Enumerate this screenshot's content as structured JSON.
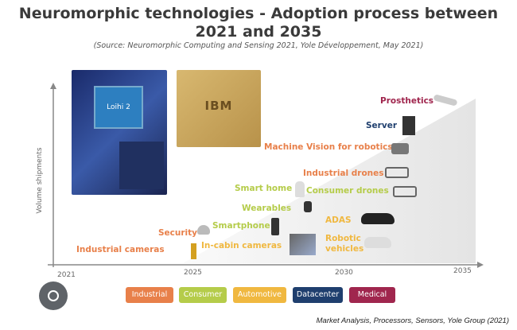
{
  "chart_data": {
    "type": "diagram-timeline",
    "title": "Neuromorphic technologies - Adoption process between 2021 and 2035",
    "subtitle": "(Source: Neuromorphic Computing and Sensing 2021, Yole Développement, May 2021)",
    "ylabel": "Volume shipments",
    "x_ticks": [
      "2021",
      "2025",
      "2030",
      "2035"
    ],
    "xlim": [
      2021,
      2035
    ],
    "legend": [
      {
        "name": "Industrial",
        "color": "#e8804a"
      },
      {
        "name": "Consumer",
        "color": "#b5cc4a"
      },
      {
        "name": "Automotive",
        "color": "#f0b840"
      },
      {
        "name": "Datacenter",
        "color": "#1f3f6e"
      },
      {
        "name": "Medical",
        "color": "#a0264e"
      }
    ],
    "applications": [
      {
        "label": "Industrial cameras",
        "category": "Industrial"
      },
      {
        "label": "Security",
        "category": "Industrial"
      },
      {
        "label": "Smartphone",
        "category": "Consumer"
      },
      {
        "label": "In-cabin cameras",
        "category": "Automotive"
      },
      {
        "label": "Wearables",
        "category": "Consumer"
      },
      {
        "label": "Smart home",
        "category": "Consumer"
      },
      {
        "label": "ADAS",
        "category": "Automotive"
      },
      {
        "label": "Robotic vehicles",
        "category": "Automotive"
      },
      {
        "label": "Consumer drones",
        "category": "Consumer"
      },
      {
        "label": "Industrial drones",
        "category": "Industrial"
      },
      {
        "label": "Machine Vision for robotics",
        "category": "Industrial"
      },
      {
        "label": "Server",
        "category": "Datacenter"
      },
      {
        "label": "Prosthetics",
        "category": "Medical"
      }
    ],
    "chip_logos": [
      "Loihi 2",
      "IBM"
    ]
  },
  "footer": "Market Analysis, Processors, Sensors, Yole Group  (2021)"
}
